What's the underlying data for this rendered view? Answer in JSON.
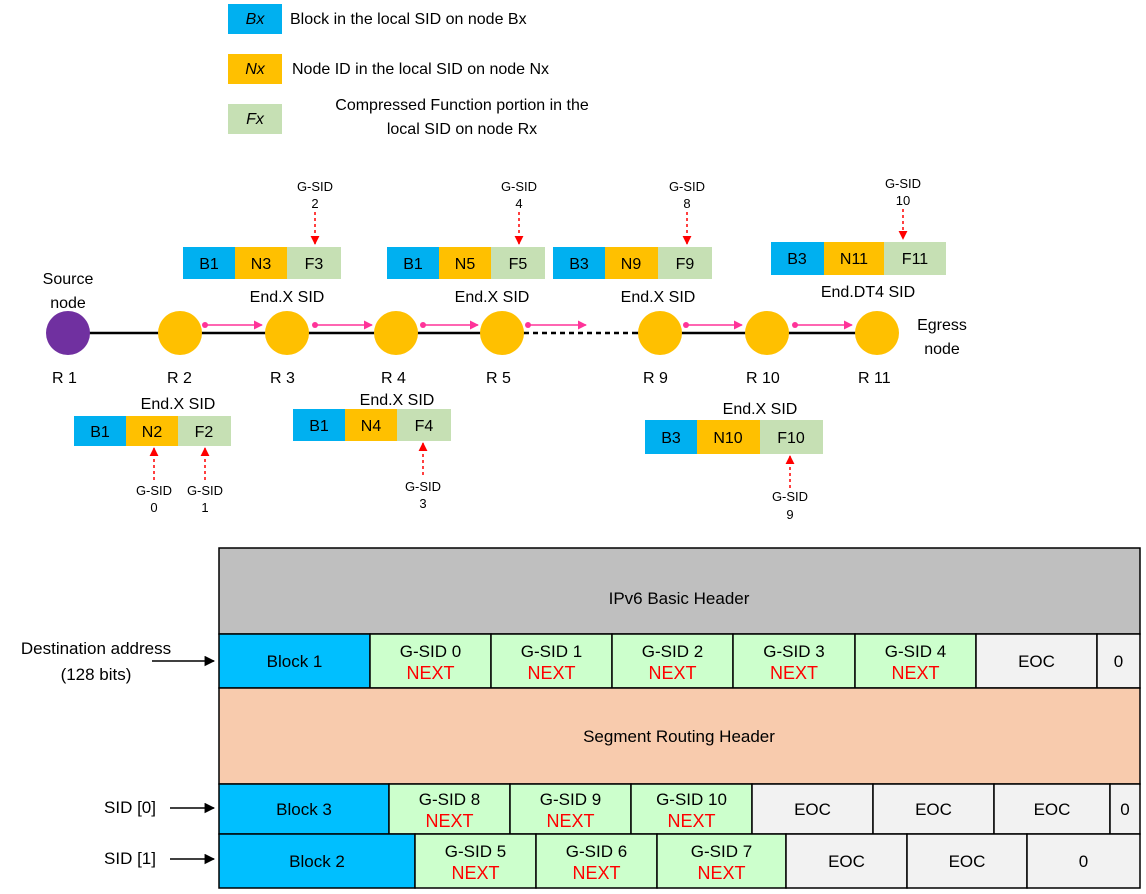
{
  "legend": [
    {
      "swatch": "Bx",
      "text1": "Block in the local SID on node Bx",
      "text2": "",
      "color": "#00b0f0"
    },
    {
      "swatch": "Nx",
      "text1": "Node ID in the local SID on node Nx",
      "text2": "",
      "color": "#ffc000"
    },
    {
      "swatch": "Fx",
      "text1": "Compressed Function portion in the",
      "text2": "local SID on node Rx",
      "color": "#c6e0b4"
    }
  ],
  "nodes": [
    {
      "label": "R 1",
      "color": "#7030a0"
    },
    {
      "label": "R 2",
      "color": "#ffc000"
    },
    {
      "label": "R 3",
      "color": "#ffc000"
    },
    {
      "label": "R 4",
      "color": "#ffc000"
    },
    {
      "label": "R 5",
      "color": "#ffc000"
    },
    {
      "label": "R 9",
      "color": "#ffc000"
    },
    {
      "label": "R 10",
      "color": "#ffc000"
    },
    {
      "label": "R 11",
      "color": "#ffc000"
    }
  ],
  "source_label": [
    "Source",
    "node"
  ],
  "egress_label": [
    "Egress",
    "node"
  ],
  "sids": [
    {
      "title": "End.X SID",
      "b": "B1",
      "n": "N2",
      "f": "F2",
      "gsid": [
        "G-SID",
        "0",
        "G-SID",
        "1"
      ]
    },
    {
      "title": "End.X SID",
      "b": "B1",
      "n": "N3",
      "f": "F3",
      "gsid": [
        "G-SID",
        "2"
      ]
    },
    {
      "title": "End.X SID",
      "b": "B1",
      "n": "N4",
      "f": "F4",
      "gsid": [
        "G-SID",
        "3"
      ]
    },
    {
      "title": "End.X SID",
      "b": "B1",
      "n": "N5",
      "f": "F5",
      "gsid": [
        "G-SID",
        "4"
      ]
    },
    {
      "title": "End.X SID",
      "b": "B3",
      "n": "N9",
      "f": "F9",
      "gsid": [
        "G-SID",
        "8"
      ]
    },
    {
      "title": "End.X SID",
      "b": "B3",
      "n": "N10",
      "f": "F10",
      "gsid": [
        "G-SID",
        "9"
      ]
    },
    {
      "title": "End.DT4 SID",
      "b": "B3",
      "n": "N11",
      "f": "F11",
      "gsid": [
        "G-SID",
        "10"
      ]
    }
  ],
  "packet": {
    "ipv6_header": "IPv6 Basic Header",
    "srh": "Segment Routing Header",
    "dest_label": [
      "Destination address",
      "(128 bits)"
    ],
    "sid0_label": "SID [0]",
    "sid1_label": "SID [1]",
    "dest_row": [
      {
        "type": "block",
        "text": "Block 1"
      },
      {
        "type": "gsid",
        "text": "G-SID 0",
        "sub": "NEXT"
      },
      {
        "type": "gsid",
        "text": "G-SID 1",
        "sub": "NEXT"
      },
      {
        "type": "gsid",
        "text": "G-SID 2",
        "sub": "NEXT"
      },
      {
        "type": "gsid",
        "text": "G-SID 3",
        "sub": "NEXT"
      },
      {
        "type": "gsid",
        "text": "G-SID 4",
        "sub": "NEXT"
      },
      {
        "type": "eoc",
        "text": "EOC"
      },
      {
        "type": "eoc",
        "text": "0"
      }
    ],
    "sid0_row": [
      {
        "type": "block",
        "text": "Block 3"
      },
      {
        "type": "gsid",
        "text": "G-SID 8",
        "sub": "NEXT"
      },
      {
        "type": "gsid",
        "text": "G-SID 9",
        "sub": "NEXT"
      },
      {
        "type": "gsid",
        "text": "G-SID 10",
        "sub": "NEXT"
      },
      {
        "type": "eoc",
        "text": "EOC"
      },
      {
        "type": "eoc",
        "text": "EOC"
      },
      {
        "type": "eoc",
        "text": "EOC"
      },
      {
        "type": "eoc",
        "text": "0"
      }
    ],
    "sid1_row": [
      {
        "type": "block",
        "text": "Block 2"
      },
      {
        "type": "gsid",
        "text": "G-SID 5",
        "sub": "NEXT"
      },
      {
        "type": "gsid",
        "text": "G-SID 6",
        "sub": "NEXT"
      },
      {
        "type": "gsid",
        "text": "G-SID 7",
        "sub": "NEXT"
      },
      {
        "type": "eoc",
        "text": "EOC"
      },
      {
        "type": "eoc",
        "text": "EOC"
      },
      {
        "type": "eoc",
        "text": "0"
      }
    ]
  },
  "colors": {
    "block": "#00bfff",
    "node": "#ffc000",
    "function": "#c6e0b4",
    "gsid_cell": "#ccffcc",
    "eoc_cell": "#f2f2f2",
    "ipv6_header": "#bfbfbf",
    "srh": "#f8cbad",
    "next_text": "#ff0000",
    "arrow_pink": "#ff3399",
    "arrow_red": "#ff0000"
  }
}
